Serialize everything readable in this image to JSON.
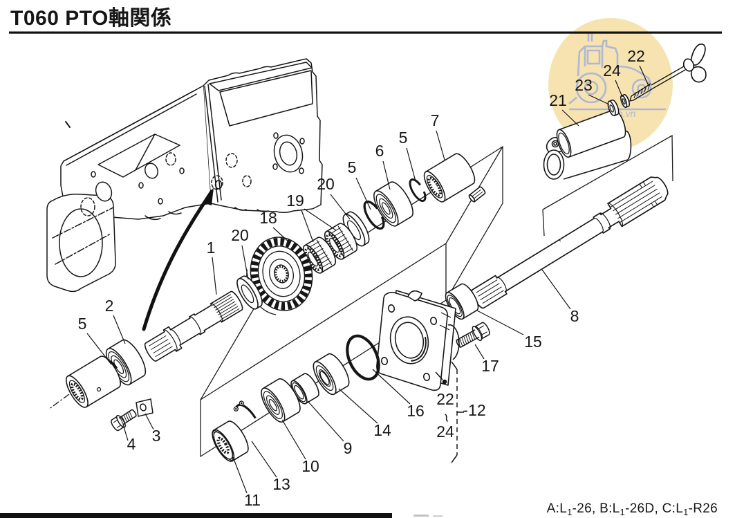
{
  "page": {
    "title": "T060 PTO軸関係",
    "doc_type": "parts-diagram"
  },
  "footnote": {
    "segments": [
      "A:L",
      "1",
      "-26,  B:L",
      "1",
      "-26D,  C:L",
      "1",
      "-R26"
    ]
  },
  "watermark": {
    "text": "o.vn"
  },
  "colors": {
    "highlight_circle": "#f6e3b0",
    "watermark_blue": "#a8b3da",
    "ink": "#161616"
  },
  "labels": {
    "1": "1",
    "2": "2",
    "3": "3",
    "4": "4",
    "5": "5",
    "6": "6",
    "7": "7",
    "8": "8",
    "9": "9",
    "10": "10",
    "11": "11",
    "12": "-12",
    "13": "13",
    "14": "14",
    "15": "15",
    "16": "16",
    "17": "17",
    "18": "18",
    "19": "19",
    "20": "20",
    "21": "21",
    "22": "22",
    "23": "23",
    "24": "24",
    "range_tilde": "~"
  }
}
